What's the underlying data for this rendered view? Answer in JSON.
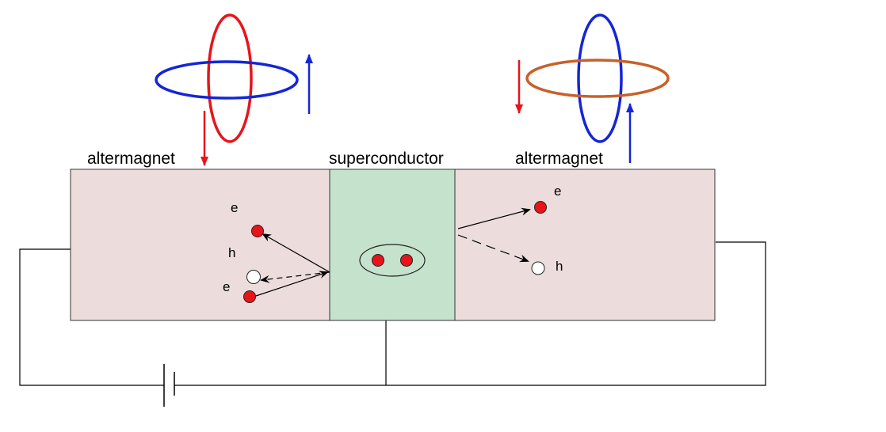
{
  "labels": {
    "left_region": "altermagnet",
    "center_region": "superconductor",
    "right_region": "altermagnet"
  },
  "carriers": {
    "left_e_top": "e",
    "left_h": "h",
    "left_e_bottom": "e",
    "right_e": "e",
    "right_h": "h"
  },
  "colors": {
    "altermagnet_fill": "#ecdcdc",
    "superconductor_fill": "#c4e2cc",
    "electron": "#e8141a",
    "hole": "#ffffff",
    "red_ring": "#e8141a",
    "blue_ring": "#1426d6",
    "orange_ring": "#c8602a",
    "wire": "#000000"
  }
}
